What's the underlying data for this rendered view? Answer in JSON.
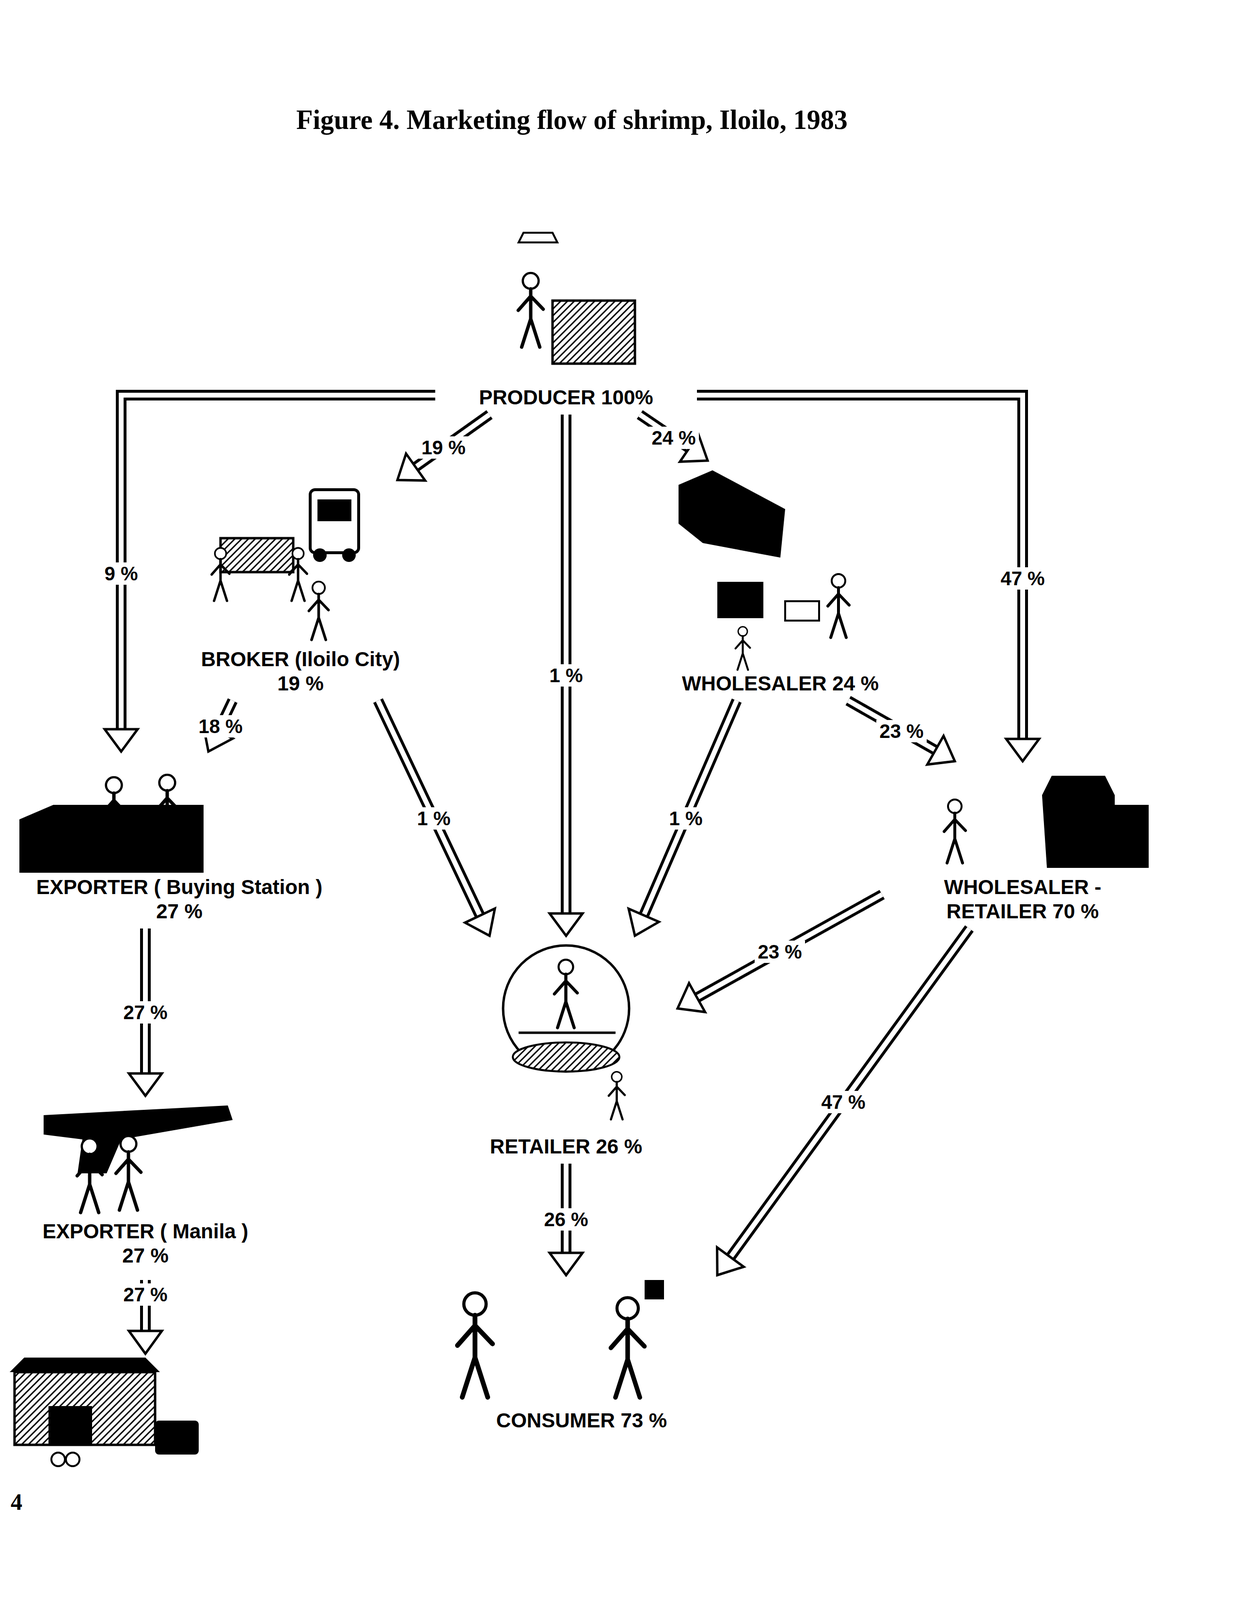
{
  "diagram": {
    "title": "Figure 4.   Marketing flow of shrimp, Iloilo, 1983",
    "nodes": [
      {
        "text": [
          "PRODUCER 100%"
        ]
      },
      {
        "text": [
          "BROKER (Iloilo City)",
          "19 %"
        ]
      },
      {
        "text": [
          "WHOLESALER 24 %"
        ]
      },
      {
        "text": [
          "EXPORTER ( Buying Station )",
          "27 %"
        ]
      },
      {
        "text": [
          "WHOLESALER -",
          "RETAILER 70 %"
        ]
      },
      {
        "text": [
          "RETAILER 26 %"
        ]
      },
      {
        "text": [
          "EXPORTER ( Manila )",
          "27 %"
        ]
      },
      {
        "text": [
          "CONSUMER 73 %"
        ]
      }
    ],
    "edges": [
      {
        "from": 0,
        "to": 3,
        "label": "9 %",
        "arrow": "to"
      },
      {
        "from": 0,
        "to": 1,
        "label": "19 %",
        "arrow": "to"
      },
      {
        "from": 0,
        "to": 5,
        "label": "1 %",
        "arrow": "to"
      },
      {
        "from": 0,
        "to": 2,
        "label": "24 %",
        "arrow": "to"
      },
      {
        "from": 0,
        "to": 4,
        "label": "47 %",
        "arrow": "to"
      },
      {
        "from": 1,
        "to": 3,
        "label": "18 %",
        "arrow": "to"
      },
      {
        "from": 1,
        "to": 5,
        "label": "1 %",
        "arrow": "to"
      },
      {
        "from": 2,
        "to": 5,
        "label": "1 %",
        "arrow": "to"
      },
      {
        "from": 2,
        "to": 4,
        "label": "23 %",
        "arrow": "to"
      },
      {
        "from": 4,
        "to": 5,
        "label": "23 %",
        "arrow": "to"
      },
      {
        "from": 4,
        "to": 7,
        "label": "47 %",
        "arrow": "to"
      },
      {
        "from": 3,
        "to": 6,
        "label": "27 %",
        "arrow": "to"
      },
      {
        "from": 5,
        "to": 7,
        "label": "26 %",
        "arrow": "to"
      }
    ],
    "labels": [
      "27 %",
      "4"
    ]
  }
}
